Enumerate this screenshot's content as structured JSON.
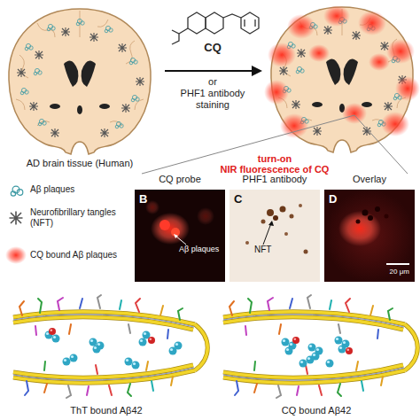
{
  "diagram": {
    "nodes": [
      {
        "text": [
          "CQ probe",
          "B",
          "Aβ plaques"
        ]
      },
      {
        "text": [
          "PHF1 antibody",
          "C",
          "NFT"
        ]
      },
      {
        "text": [
          "Overlay",
          "D",
          "20 μm"
        ]
      }
    ],
    "labels": [
      "CQ",
      "or",
      "PHF1 antibody staining",
      "AD brain tissue (Human)",
      "turn-on",
      "NIR fluorescence of CQ",
      "ThT bound Aβ42",
      "CQ bound Aβ42"
    ],
    "legend": [
      {
        "text": "Aβ plaques"
      },
      {
        "text": "Neurofibrillary tangles (NFT)"
      },
      {
        "text": "CQ bound Aβ plaques"
      }
    ]
  }
}
